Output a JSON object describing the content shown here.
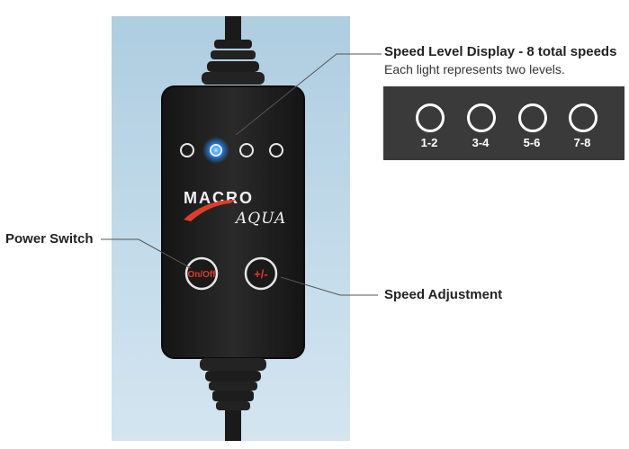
{
  "annotations": {
    "speed_display_title": "Speed Level Display - 8 total speeds",
    "speed_display_sub": "Each light represents two levels.",
    "power_switch": "Power Switch",
    "speed_adjustment": "Speed Adjustment"
  },
  "device": {
    "brand_line1": "MACRO",
    "brand_line2": "AQUA",
    "power_button_label": "On/Off",
    "speed_button_label": "+/-",
    "indicator_lit_color": "#2a8cff"
  },
  "speed_levels": [
    "1-2",
    "3-4",
    "5-6",
    "7-8"
  ],
  "colors": {
    "panel_dark": "#3a3a3a",
    "button_red": "#e03c2c",
    "device_body": "#222222"
  }
}
